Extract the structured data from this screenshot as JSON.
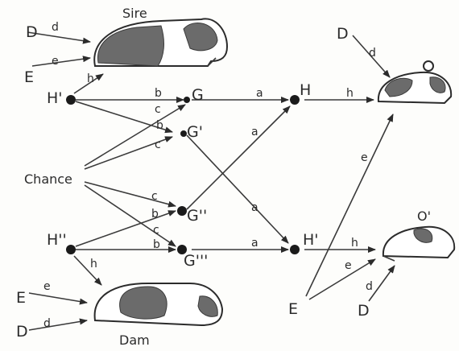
{
  "labels": {
    "sire": "Sire",
    "dam": "Dam",
    "chance": "Chance",
    "H1": "H'",
    "H2": "H''",
    "G": "G",
    "G1": "G'",
    "G2": "G''",
    "G3": "G'''",
    "H": "H",
    "Hp": "H'",
    "O": "O",
    "Op": "O'",
    "D": "D",
    "E": "E"
  },
  "paths": {
    "a": "a",
    "b": "b",
    "c": "c",
    "d": "d",
    "e": "e",
    "h": "h"
  },
  "colors": {
    "ink": "#2b2b2b",
    "patch": "#6b6b6b",
    "paper": "#fdfdfb"
  }
}
